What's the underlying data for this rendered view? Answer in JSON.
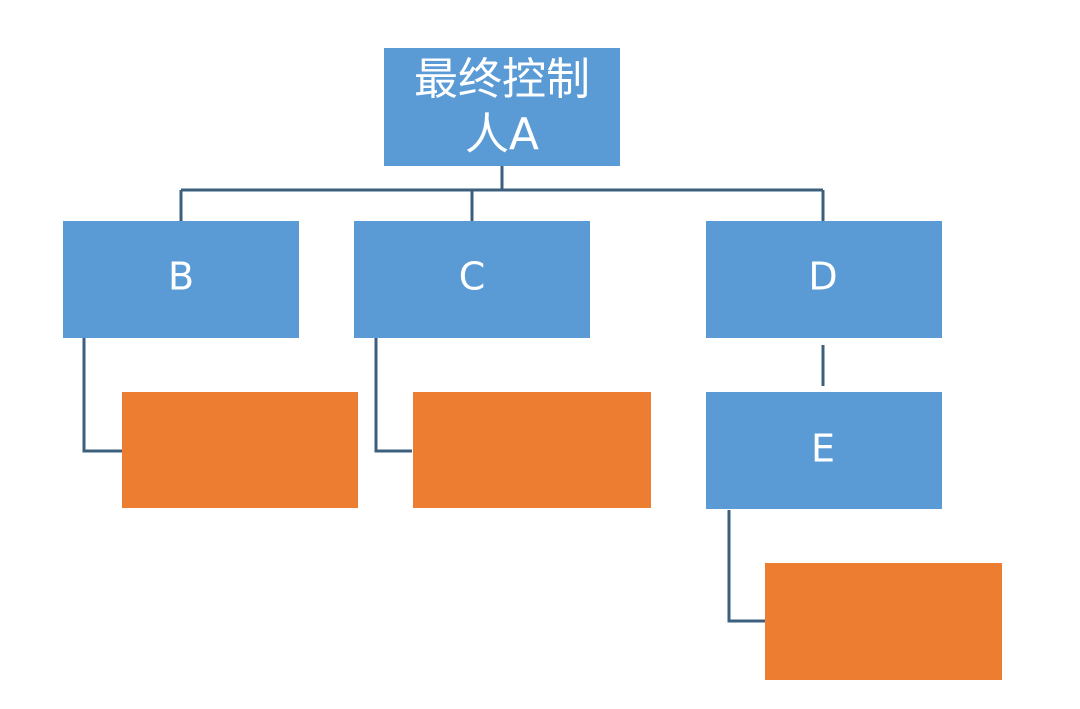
{
  "colors": {
    "blue_node": "#5b9bd5",
    "orange_node": "#ed7d31",
    "connector": "#3d5f7e",
    "text": "#ffffff"
  },
  "nodes": {
    "a": {
      "label_line1": "最终控制",
      "label_line2": "人A"
    },
    "b": {
      "label": "B"
    },
    "c": {
      "label": "C"
    },
    "d": {
      "label": "D"
    },
    "e": {
      "label": "E"
    },
    "b_child": {
      "label": ""
    },
    "c_child": {
      "label": ""
    },
    "e_child": {
      "label": ""
    }
  }
}
